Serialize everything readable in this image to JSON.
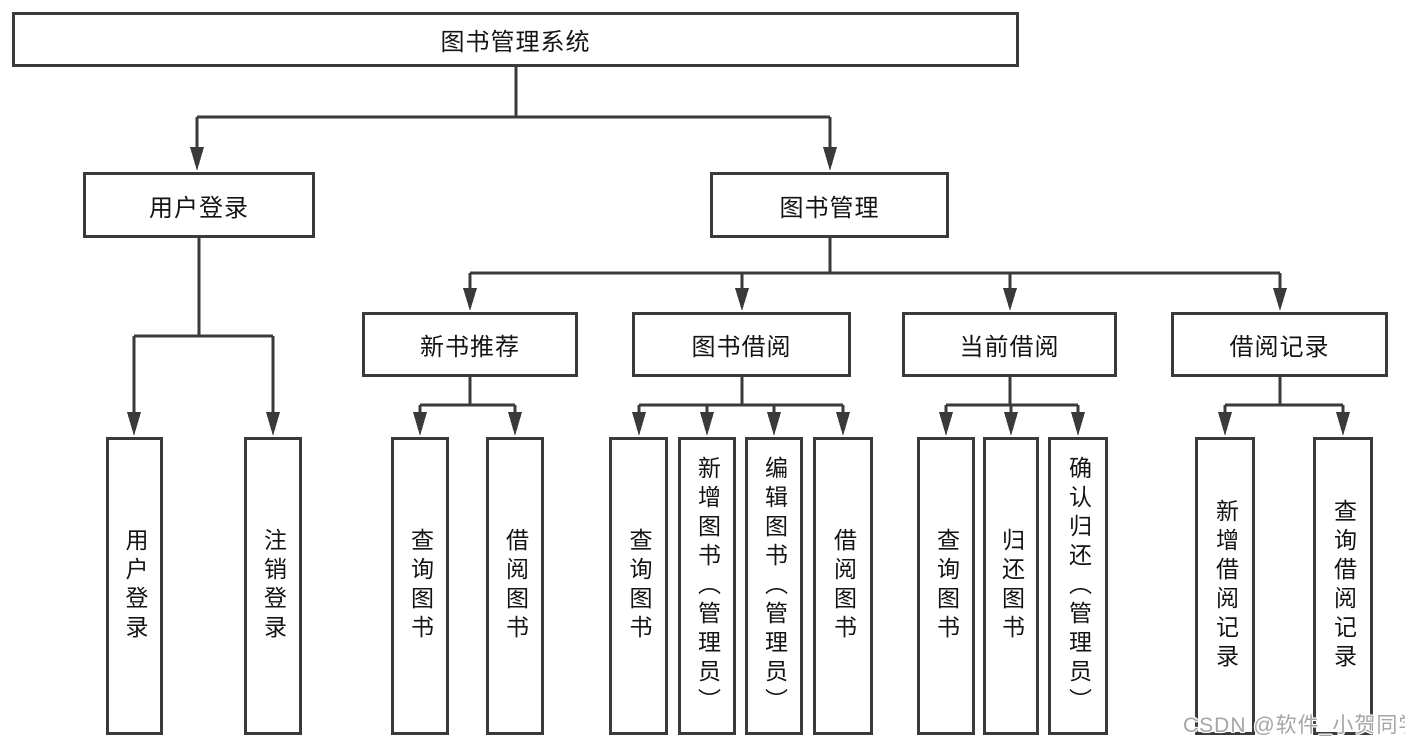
{
  "tree": {
    "root": "图书管理系统",
    "branches": [
      {
        "label": "用户登录",
        "children": [
          "用户登录",
          "注销登录"
        ]
      },
      {
        "label": "图书管理",
        "sections": [
          {
            "label": "新书推荐",
            "children": [
              "查询图书",
              "借阅图书"
            ]
          },
          {
            "label": "图书借阅",
            "children": [
              "查询图书",
              "新增图书（管理员）",
              "编辑图书（管理员）",
              "借阅图书"
            ]
          },
          {
            "label": "当前借阅",
            "children": [
              "查询图书",
              "归还图书",
              "确认归还（管理员）"
            ]
          },
          {
            "label": "借阅记录",
            "children": [
              "新增借阅记录",
              "查询借阅记录"
            ]
          }
        ]
      }
    ]
  },
  "watermark": {
    "text": "CSDN @软件_小贺同学"
  },
  "colors": {
    "line": "#3a3a3a",
    "text": "#141414",
    "watermark": "#a6a6a6",
    "background": "#ffffff"
  }
}
